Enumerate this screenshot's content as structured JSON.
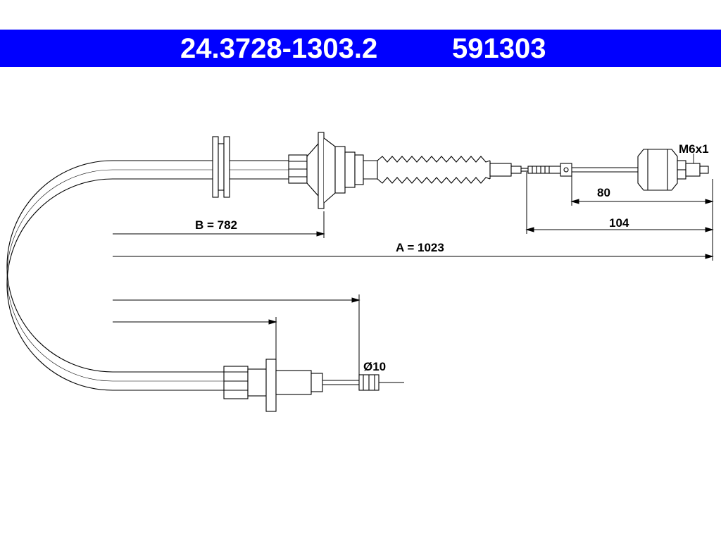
{
  "header": {
    "part_number": "24.3728-1303.2",
    "ref_number": "591303",
    "background_color": "#0000ff",
    "text_color": "#ffffff"
  },
  "dimensions": {
    "a_label": "A = 1023",
    "b_label": "B = 782",
    "len_80": "80",
    "len_104": "104",
    "thread": "M6x1",
    "diameter": "Ø10"
  }
}
